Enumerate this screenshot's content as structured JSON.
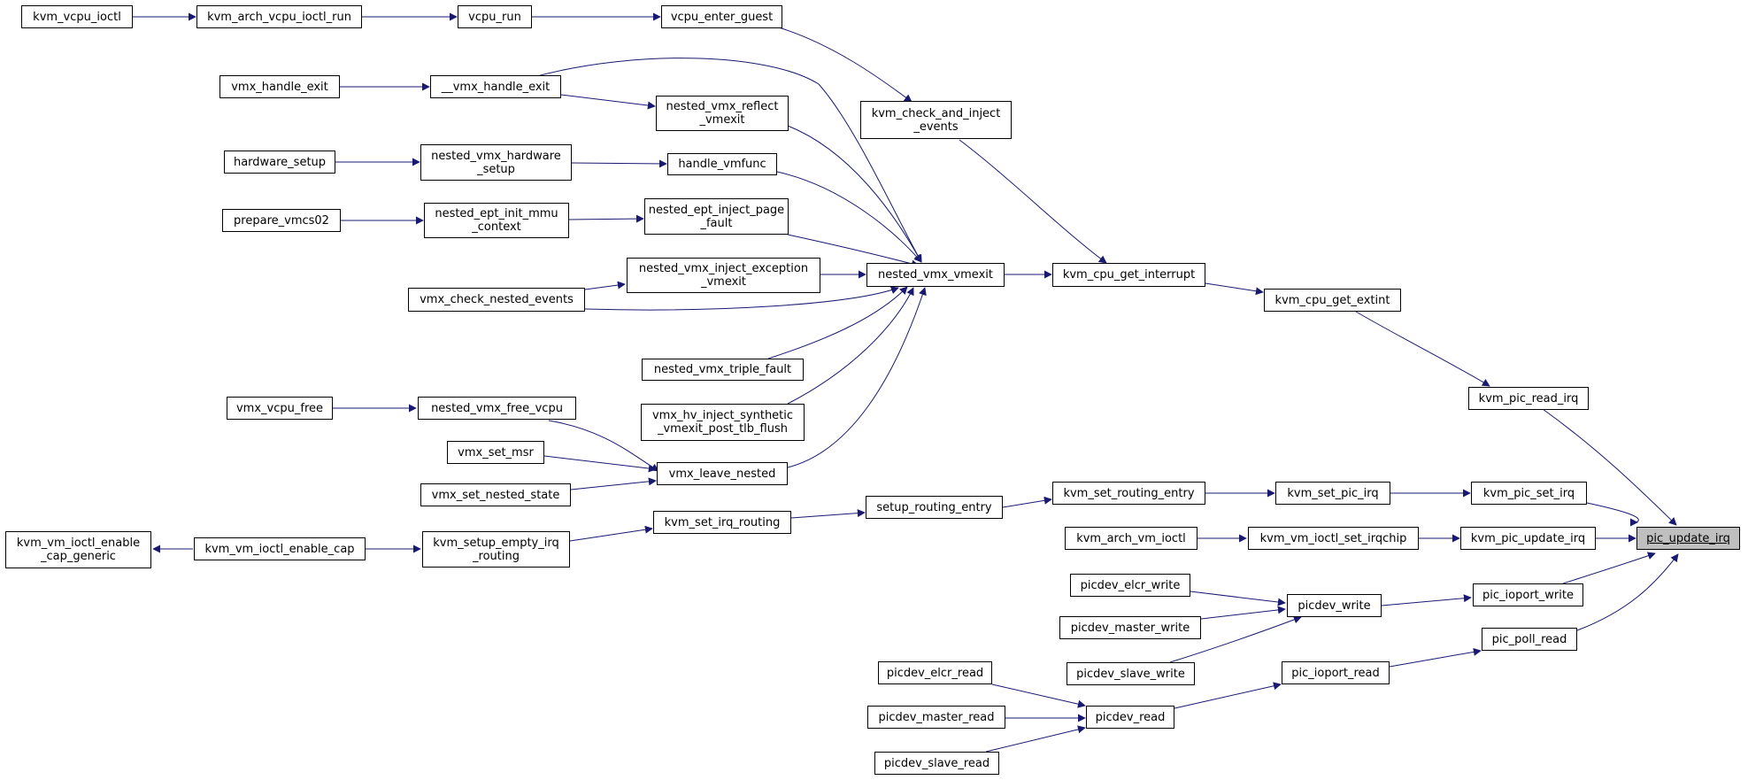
{
  "colors": {
    "edge": "#191970",
    "node_border": "#000000",
    "root_fill": "#bfbfbf"
  },
  "nodes": {
    "kvm_vcpu_ioctl": "kvm_vcpu_ioctl",
    "kvm_arch_vcpu_ioctl_run": "kvm_arch_vcpu_ioctl_run",
    "vcpu_run": "vcpu_run",
    "vcpu_enter_guest": "vcpu_enter_guest",
    "vmx_handle_exit": "vmx_handle_exit",
    "__vmx_handle_exit": "__vmx_handle_exit",
    "nested_vmx_reflect_vmexit": "nested_vmx_reflect\n_vmexit",
    "kvm_check_and_inject_events": "kvm_check_and_inject\n_events",
    "hardware_setup": "hardware_setup",
    "nested_vmx_hardware_setup": "nested_vmx_hardware\n_setup",
    "handle_vmfunc": "handle_vmfunc",
    "prepare_vmcs02": "prepare_vmcs02",
    "nested_ept_init_mmu_context": "nested_ept_init_mmu\n_context",
    "nested_ept_inject_page_fault": "nested_ept_inject_page\n_fault",
    "nested_vmx_inject_exception_vmexit": "nested_vmx_inject_exception\n_vmexit",
    "vmx_check_nested_events": "vmx_check_nested_events",
    "nested_vmx_vmexit": "nested_vmx_vmexit",
    "kvm_cpu_get_interrupt": "kvm_cpu_get_interrupt",
    "kvm_cpu_get_extint": "kvm_cpu_get_extint",
    "nested_vmx_triple_fault": "nested_vmx_triple_fault",
    "kvm_pic_read_irq": "kvm_pic_read_irq",
    "vmx_vcpu_free": "vmx_vcpu_free",
    "nested_vmx_free_vcpu": "nested_vmx_free_vcpu",
    "vmx_hv_inject_synthetic_vmexit_post_tlb_flush": "vmx_hv_inject_synthetic\n_vmexit_post_tlb_flush",
    "vmx_set_msr": "vmx_set_msr",
    "vmx_leave_nested": "vmx_leave_nested",
    "vmx_set_nested_state": "vmx_set_nested_state",
    "kvm_set_routing_entry": "kvm_set_routing_entry",
    "setup_routing_entry": "setup_routing_entry",
    "kvm_set_pic_irq": "kvm_set_pic_irq",
    "kvm_pic_set_irq": "kvm_pic_set_irq",
    "kvm_set_irq_routing": "kvm_set_irq_routing",
    "kvm_vm_ioctl_enable_cap_generic": "kvm_vm_ioctl_enable\n_cap_generic",
    "kvm_vm_ioctl_enable_cap": "kvm_vm_ioctl_enable_cap",
    "kvm_setup_empty_irq_routing": "kvm_setup_empty_irq\n_routing",
    "kvm_arch_vm_ioctl": "kvm_arch_vm_ioctl",
    "kvm_vm_ioctl_set_irqchip": "kvm_vm_ioctl_set_irqchip",
    "kvm_pic_update_irq": "kvm_pic_update_irq",
    "pic_update_irq": "pic_update_irq",
    "picdev_elcr_write": "picdev_elcr_write",
    "picdev_write": "picdev_write",
    "pic_ioport_write": "pic_ioport_write",
    "picdev_master_write": "picdev_master_write",
    "pic_poll_read": "pic_poll_read",
    "picdev_slave_write": "picdev_slave_write",
    "picdev_elcr_read": "picdev_elcr_read",
    "pic_ioport_read": "pic_ioport_read",
    "picdev_master_read": "picdev_master_read",
    "picdev_read": "picdev_read",
    "picdev_slave_read": "picdev_slave_read"
  }
}
